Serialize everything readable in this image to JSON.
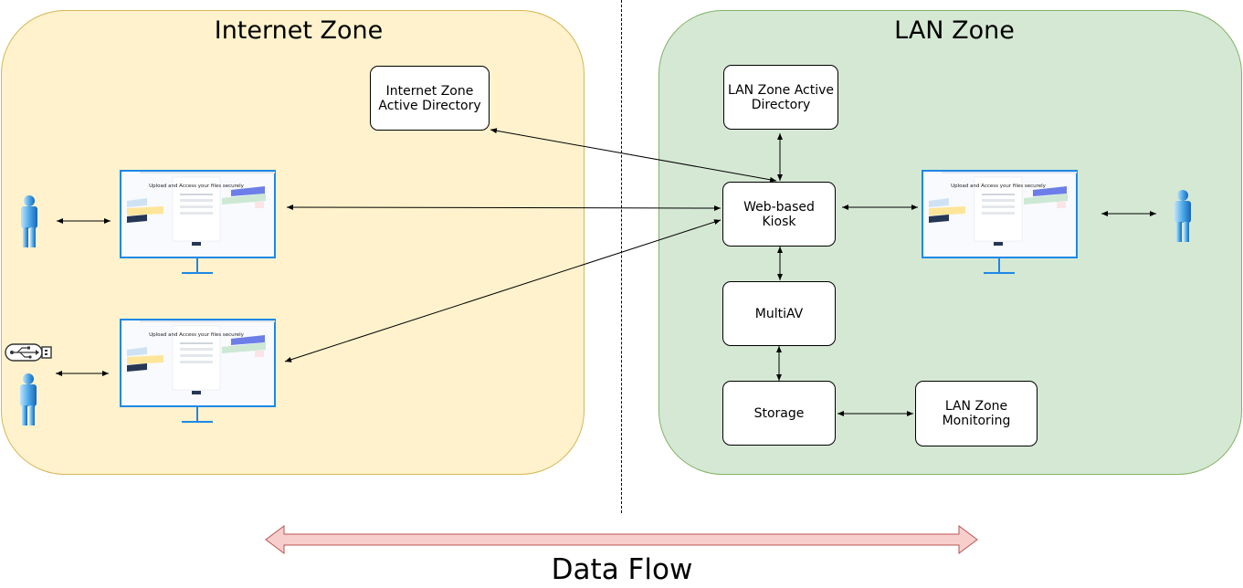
{
  "zones": {
    "internet": {
      "title": "Internet Zone",
      "fill": "#fff2cc",
      "stroke": "#d6b656"
    },
    "lan": {
      "title": "LAN Zone",
      "fill": "#d5e8d4",
      "stroke": "#82b366"
    }
  },
  "nodes": {
    "internet_ad": "Internet Zone\nActive Directory",
    "lan_ad": "LAN Zone Active\nDirectory",
    "kiosk": "Web-based Kiosk",
    "multiav": "MultiAV",
    "storage": "Storage",
    "lan_monitoring": "LAN Zone\nMonitoring"
  },
  "screen": {
    "heading": "Upload and Access your files securely"
  },
  "footer": {
    "data_flow_label": "Data Flow",
    "arrow_fill": "#f8cecc",
    "arrow_stroke": "#b85450"
  },
  "icons": {
    "user": "user-icon",
    "usb": "usb-drive-icon",
    "monitor": "monitor-icon"
  }
}
